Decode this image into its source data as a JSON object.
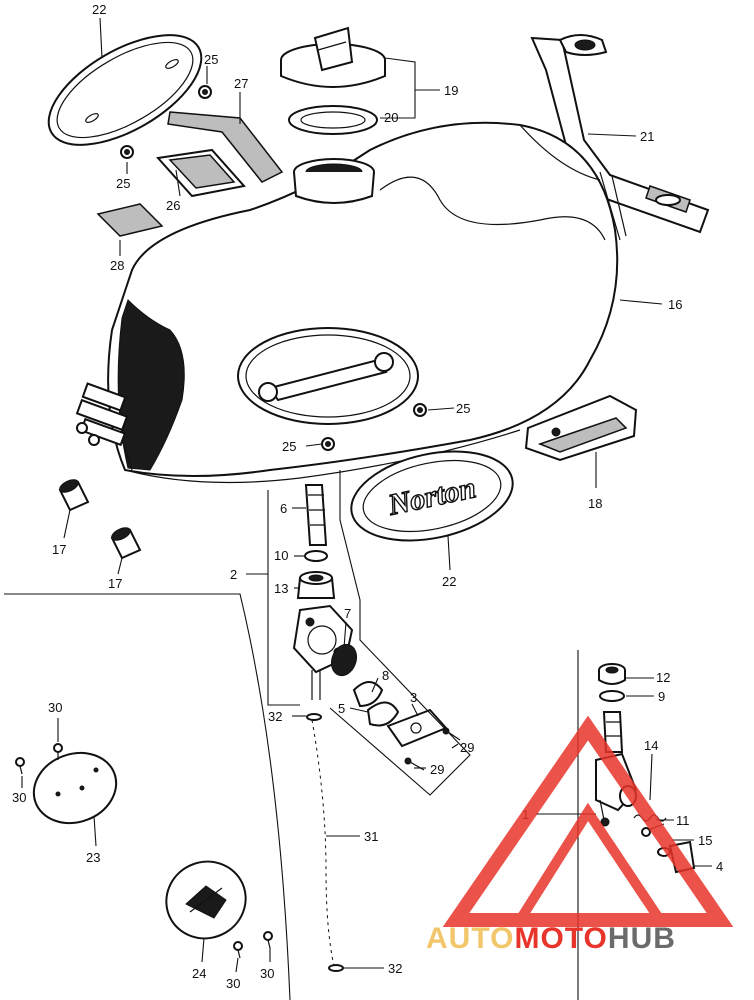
{
  "labels": {
    "l1": "1",
    "l2": "2",
    "l3": "3",
    "l4": "4",
    "l5": "5",
    "l6": "6",
    "l7": "7",
    "l8": "8",
    "l9": "9",
    "l10": "10",
    "l11": "11",
    "l12": "12",
    "l13": "13",
    "l14": "14",
    "l15": "15",
    "l16": "16",
    "l17a": "17",
    "l17b": "17",
    "l18": "18",
    "l19": "19",
    "l20": "20",
    "l21": "21",
    "l22a": "22",
    "l22b": "22",
    "l23": "23",
    "l24": "24",
    "l25a": "25",
    "l25b": "25",
    "l25c": "25",
    "l25d": "25",
    "l26": "26",
    "l27": "27",
    "l28": "28",
    "l29a": "29",
    "l29b": "29",
    "l30a": "30",
    "l30b": "30",
    "l30c": "30",
    "l30d": "30",
    "l31": "31",
    "l32a": "32",
    "l32b": "32"
  },
  "watermark": {
    "part1": "AUTO",
    "part2": "MOTO",
    "part3": "HUB",
    "color_light": "#f2c66b",
    "color_accent": "#e8342a",
    "color_dark": "#6b6b6b"
  },
  "emblem_text": "Norton"
}
